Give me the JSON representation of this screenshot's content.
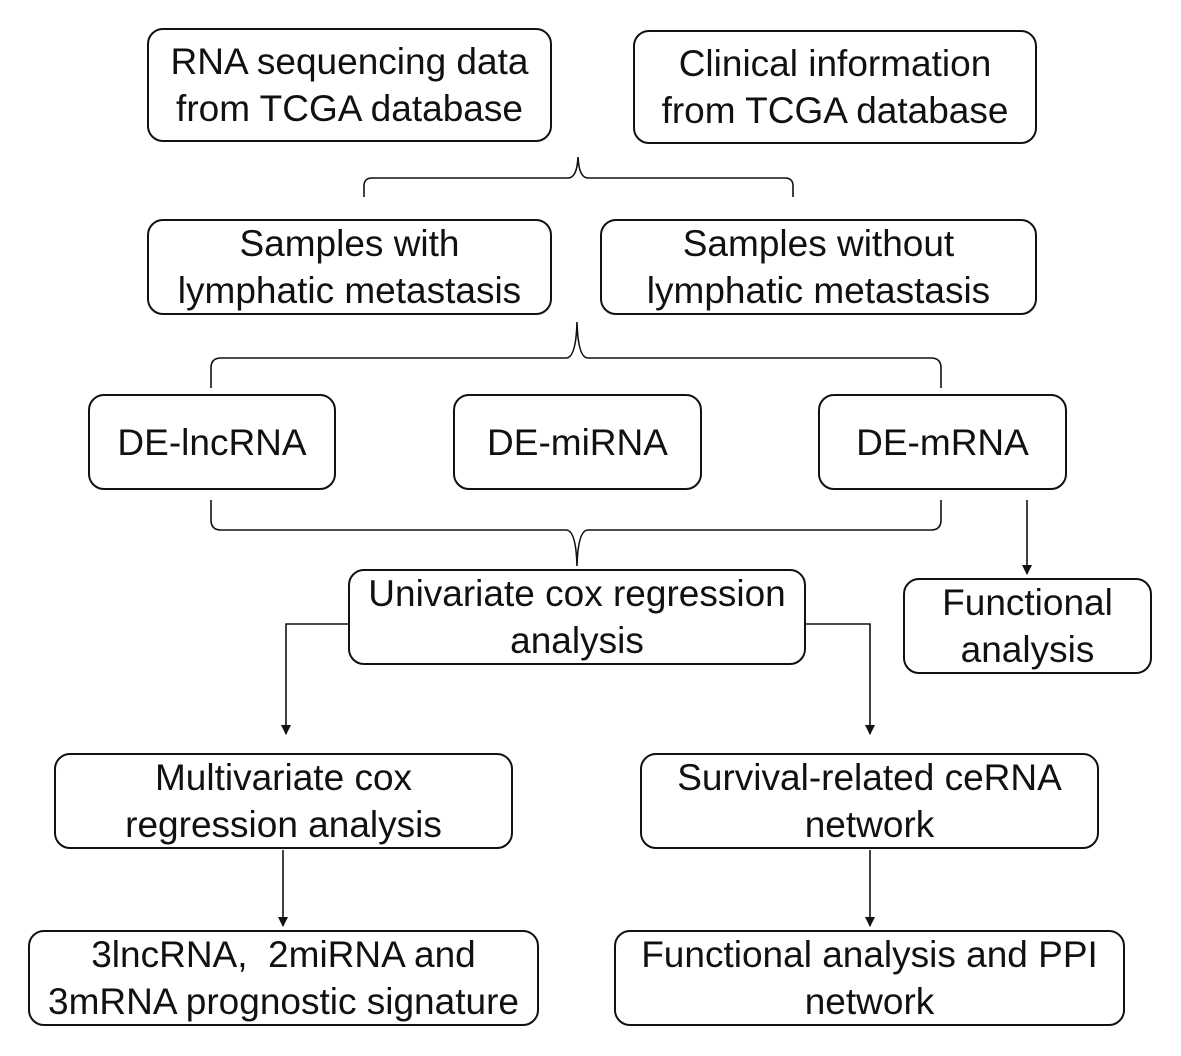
{
  "diagram": {
    "boxes": {
      "rna_seq": {
        "line1": "RNA sequencing data",
        "line2": "from TCGA database"
      },
      "clinical": {
        "line1": "Clinical information",
        "line2": "from TCGA database"
      },
      "with_meta": {
        "line1": "Samples with",
        "line2": "lymphatic metastasis"
      },
      "without_meta": {
        "line1": "Samples without",
        "line2": "lymphatic metastasis"
      },
      "de_lncrna": {
        "line1": "DE-lncRNA"
      },
      "de_mirna": {
        "line1": "DE-miRNA"
      },
      "de_mrna": {
        "line1": "DE-mRNA"
      },
      "univariate": {
        "line1": "Univariate cox regression",
        "line2": "analysis"
      },
      "functional": {
        "line1": "Functional",
        "line2": "analysis"
      },
      "multivariate": {
        "line1": "Multivariate cox",
        "line2": "regression analysis"
      },
      "survival_cerna": {
        "line1": "Survival-related ceRNA",
        "line2": "network"
      },
      "signature": {
        "line1": "3lncRNA,  2miRNA and",
        "line2": "3mRNA prognostic signature"
      },
      "func_ppi": {
        "line1": "Functional analysis and PPI",
        "line2": "network"
      }
    },
    "colors": {
      "stroke": "#111111",
      "fill": "#ffffff",
      "text": "#111111"
    }
  }
}
